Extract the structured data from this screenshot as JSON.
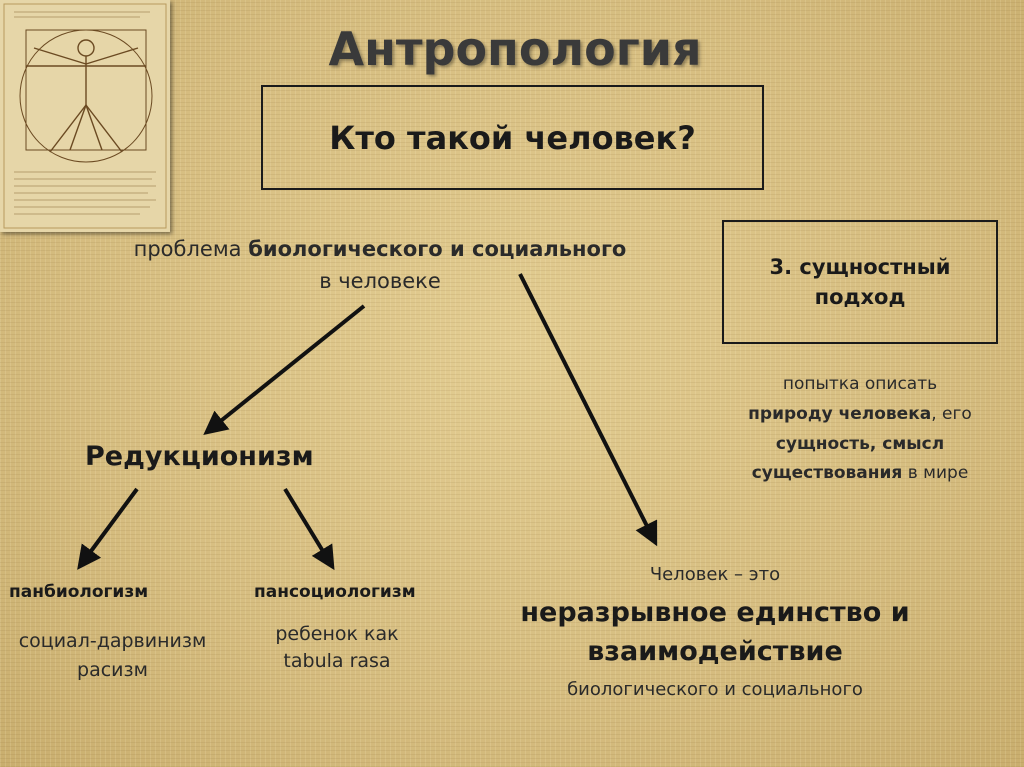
{
  "title": "Антропология",
  "question": "Кто такой человек?",
  "problem": {
    "prefix": "проблема ",
    "bold": "биологического и социального",
    "line2": "в человеке"
  },
  "reductionism": {
    "label": "Редукционизм",
    "panbiologism": {
      "label": "панбиологизм",
      "examples": [
        "социал-дарвинизм",
        "расизм"
      ]
    },
    "pansociologism": {
      "label": "пансоциологизм",
      "examples": [
        "ребенок как",
        "tabula rasa"
      ]
    }
  },
  "essence": {
    "box_line1": "3. сущностный",
    "box_line2": "подход",
    "desc": {
      "t1": "попытка описать",
      "b1": "природу человека",
      "t2": ", его",
      "b2": "сущность, смысл",
      "b3": "существования",
      "t3": " в мире"
    }
  },
  "unity": {
    "lead": "Человек – это",
    "main_line1": "неразрывное единство и",
    "main_line2": "взаимодействие",
    "tail": "биологического и социального"
  },
  "colors": {
    "background": "#d9c184",
    "text": "#1a1a1a",
    "title": "#3a3a3a"
  },
  "icons": [
    "vitruvian-man-image",
    "arrow-icon"
  ]
}
